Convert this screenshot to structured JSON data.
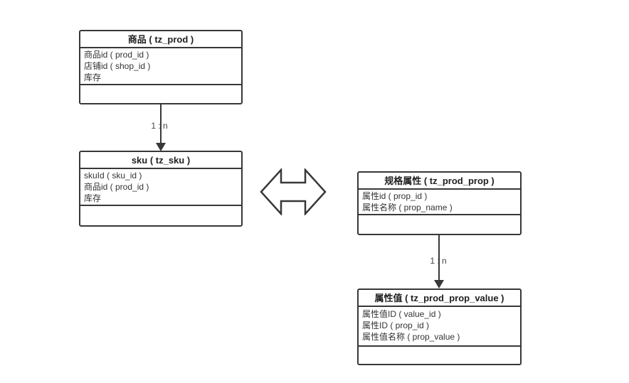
{
  "diagram": {
    "background_color": "#ffffff",
    "line_color": "#383838",
    "text_color": "#333333",
    "entities": [
      {
        "id": "prod",
        "title": "商品 ( tz_prod )",
        "fields": [
          "商品id ( prod_id )",
          "店铺id ( shop_id )",
          "库存"
        ]
      },
      {
        "id": "sku",
        "title": "sku ( tz_sku )",
        "fields": [
          "skuId ( sku_id )",
          "商品id ( prod_id )",
          "库存"
        ]
      },
      {
        "id": "prod_prop",
        "title": "规格属性 ( tz_prod_prop )",
        "fields": [
          "属性id ( prop_id )",
          "属性名称 ( prop_name )"
        ]
      },
      {
        "id": "prod_prop_value",
        "title": "属性值 ( tz_prod_prop_value )",
        "fields": [
          "属性值ID ( value_id )",
          "属性ID ( prop_id )",
          "属性值名称 ( prop_value )"
        ]
      }
    ],
    "connectors": [
      {
        "from": "商品 ( tz_prod )",
        "to": "sku ( tz_sku )",
        "label": "1 : n"
      },
      {
        "from": "规格属性 ( tz_prod_prop )",
        "to": "属性值 ( tz_prod_prop_value )",
        "label": "1 : n"
      }
    ],
    "relation_icon": "double-horizontal-arrow"
  }
}
